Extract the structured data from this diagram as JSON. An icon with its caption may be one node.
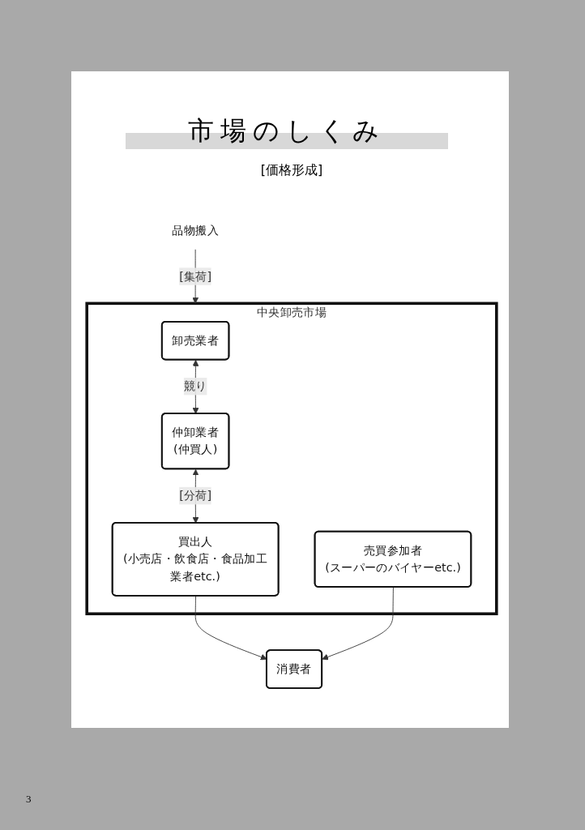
{
  "diagram": {
    "title": "市場のしくみ",
    "nodes": [
      {
        "text": [
          "品物搬入"
        ]
      },
      {
        "text": [
          "中央卸売市場"
        ]
      },
      {
        "text": [
          "卸売業者"
        ],
        "in": 1
      },
      {
        "text": [
          "仲卸業者",
          "(仲買人)"
        ],
        "in": 1
      },
      {
        "text": [
          "売買参加者",
          "(スーパーのバイヤーetc.)"
        ],
        "in": 1
      },
      {
        "text": [
          "買出人",
          "(小売店・飲食店・食品加工業者etc.)"
        ],
        "in": 1
      },
      {
        "text": [
          "消費者"
        ]
      }
    ],
    "edges": [
      {
        "from": 0,
        "to": 1,
        "arrow": "to",
        "label": "[集荷]"
      },
      {
        "from": 2,
        "to": 3,
        "arrow": "both",
        "label": "競り"
      },
      {
        "from": 3,
        "to": 5,
        "arrow": "both",
        "label": "[分荷]"
      },
      {
        "from": 5,
        "to": 6,
        "arrow": "to"
      },
      {
        "from": 4,
        "to": 6,
        "arrow": "to"
      }
    ],
    "labels": [
      "[価格形成]",
      "3"
    ]
  }
}
